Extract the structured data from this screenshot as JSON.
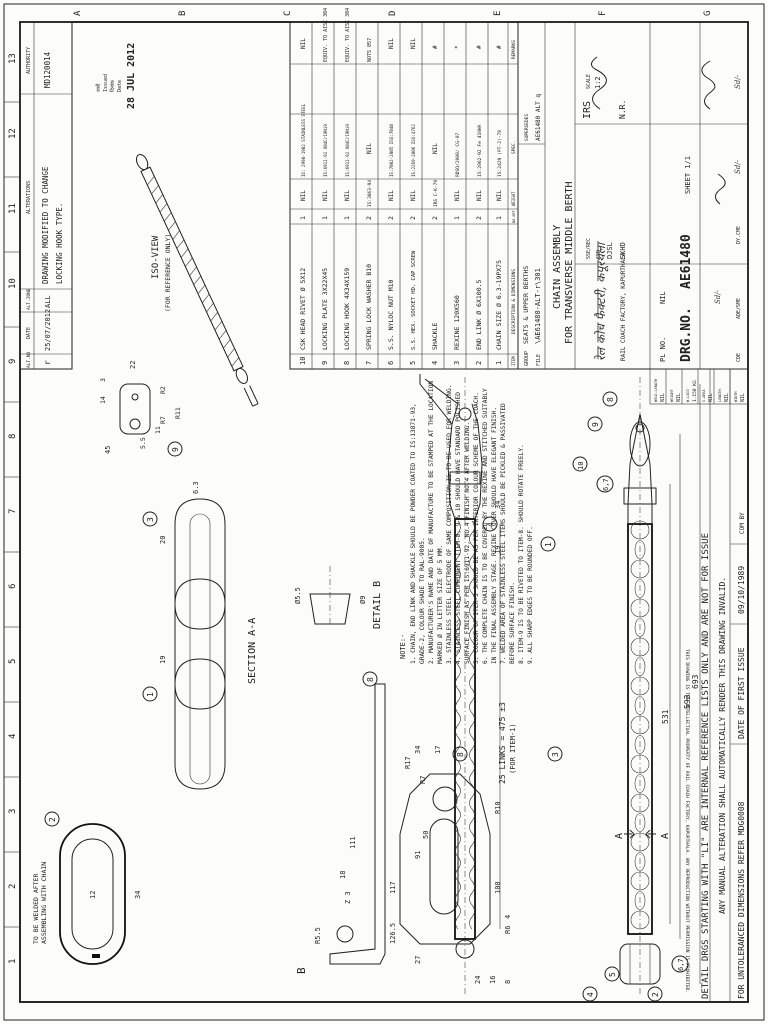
{
  "sheet": {
    "zone_letters": [
      "A",
      "B",
      "C",
      "D",
      "E",
      "F",
      "G"
    ],
    "zone_numbers": [
      "1",
      "2",
      "3",
      "4",
      "5",
      "6",
      "7",
      "8",
      "9",
      "10",
      "11",
      "12",
      "13"
    ]
  },
  "alterations": {
    "headers": [
      "ALT.NO",
      "DATE",
      "ALT.ZONE",
      "ALTERATIONS",
      "AUTHORITY"
    ],
    "row": {
      "no": "r",
      "date": "25/07/2012",
      "zone": "ALL",
      "text1": "DRAWING MODIFIED TO CHANGE",
      "text2": "LOCKING HOOK TYPE.",
      "authority": "MD120014"
    }
  },
  "stamp": {
    "date": "28 JUL 2012",
    "l1": "जारी",
    "l2": "Issued",
    "l3": "दिनांक",
    "l4": "Date"
  },
  "iso_view": {
    "title": "ISO-VIEW",
    "subtitle": "(FOR REFERENCE ONLY)"
  },
  "parts": [
    {
      "item": "10",
      "desc": "CSK HEAD RIVET Ø 5X12",
      "qty": "1",
      "weight": "NIL",
      "spec": "IS: 2998-1982 STAINLESS STEEL",
      "mat": "NIL"
    },
    {
      "item": "9",
      "desc": "LOCKING PLATE 3X22X45",
      "qty": "1",
      "weight": "NIL",
      "spec": "IS:6911-92 X04Cr19Ni9",
      "mat": "EQUIV. TO AISI 304"
    },
    {
      "item": "8",
      "desc": "LOCKING HOOK 4X34X159",
      "qty": "1",
      "weight": "NIL",
      "spec": "IS:6911-92 X04Cr19Ni9",
      "mat": "EQUIV. TO AISI 304"
    },
    {
      "item": "7",
      "desc": "SPRING LOCK WASHER B10",
      "qty": "2",
      "weight": "IS:3063-94",
      "spec": "NIL",
      "mat": "NOTS 057"
    },
    {
      "item": "6",
      "desc": "S.S. NYLOC NUT M10",
      "qty": "2",
      "weight": "NIL",
      "spec": "IS:7002-2005 ISO:7040",
      "mat": "NIL"
    },
    {
      "item": "5",
      "desc": "S.S. HEX. SOCKET HD. CAP SCREW",
      "qty": "2",
      "weight": "NIL",
      "spec": "IS:2269-2006 ISO:4762",
      "mat": "NIL"
    },
    {
      "item": "4",
      "desc": "SHACKLE",
      "qty": "2",
      "weight": "IRS C-K-79",
      "spec": "NIL",
      "mat": "#"
    },
    {
      "item": "3",
      "desc": "REXINE 120X560",
      "qty": "1",
      "weight": "NIL",
      "spec": "RDSO/2008/ CG-07",
      "mat": "*"
    },
    {
      "item": "2",
      "desc": "END LINK Ø 6X100.5",
      "qty": "2",
      "weight": "NIL",
      "spec": "IS:2062-92 Fe 410WA",
      "mat": "#"
    },
    {
      "item": "1",
      "desc": "CHAIN SIZE Ø 6.3-19PX75",
      "qty": "1",
      "weight": "NIL",
      "spec": "IS:2429 (PT-2)-78",
      "mat": "#"
    }
  ],
  "parts_header": {
    "item": "ITEM",
    "desc": "DESCRIPTION & DIMENSIONS",
    "qty": "NO.OFF",
    "weight": "WEIGHT",
    "spec": "SPEC.",
    "remarks": "REMARKS"
  },
  "title_block": {
    "group_label": "GROUP",
    "group": "SEATS & UPPER BERTHS",
    "file_label": "FILE",
    "file": "\\AE61480-ALT-r\\301",
    "supersedes_label": "SUPERSEDES",
    "supersedes": "AE61480 ALT q",
    "title1": "CHAIN ASSEMBLY",
    "title2": "FOR TRANSVERSE MIDDLE BERTH",
    "org_hindi": "रेल कोच फैक्टरी, कपूरथला",
    "org": "RAIL COACH FACTORY, KAPURTHALA",
    "irs": "IRS",
    "scale_label": "SCALE",
    "scale": "1:2",
    "nr": "N.R.",
    "pl_label": "PL NO.",
    "pl": "NIL",
    "drg_label": "DRG.NO.",
    "drg": "AE61480",
    "sheet": "SHEET 1/1",
    "approvers": [
      "SSE/REC",
      "CED",
      "DJSL",
      "SKHD"
    ],
    "weight_rows": [
      {
        "l": "WELD.LENGTH",
        "v": "NIL"
      },
      {
        "l": "WEIGHT",
        "v": "NIL"
      },
      {
        "l": "W.LOCO",
        "v": "1.150 KG"
      },
      {
        "l": "S.AREA",
        "v": "NIL"
      },
      {
        "l": "LENGTH",
        "v": "NIL"
      },
      {
        "l": "WIDTH",
        "v": "NIL"
      }
    ],
    "cde": "CDE",
    "adesme": "ADE/SME",
    "dycme": "DY.CME"
  },
  "notes": {
    "head": "NOTE:-",
    "lines": [
      "1. CHAIN, END LINK AND SHACKLE SHOULD BE POWDER COATED TO IS:13871-93,",
      "   GRADE-2, COLOUR SHADE TO RAL-9005.",
      "2. MANUFACTURER'S NAME AND DATE OF MANUFACTURE TO BE STAMPED AT THE LOCATION",
      "   MARKED Ø IN LETTER SIZE OF 5 MM.",
      "3. STAINLESS STEEL ELECTRODE OF SAME COMPOSITION IS TO BE USED FOR WELDING.",
      "4. STAINLESS STEEL COMPONENT ITEM-8, 9 & 10 SHOULD HAVE STANDARD POLISHED",
      "   SURFACE FINISH AS PER IS:6911-92, NO.4 FINISH NO.4 AFTER WELDING.",
      "5. COLOUR OF ITEM-3 SHOULD BE AS PER INTERIOR COLOUR SCHEME OF THE COACH.",
      "6. THE COMPLETE CHAIN IS TO BE COVERED BY THE REXINE AND STITCHED SUITABLY",
      "   IN THE FINAL ASSEMBLY STAGE. REXINE COVER SHOULD HAVE ELEGANT FINISH.",
      "7. WELDED AREA OF STAINLESS STEEL ITEMS SHOULD BE PICKLED & PASSIVATED",
      "   BEFORE SURFACE FINISH.",
      "8. ITEM-9 IS TO BE RIVETED TO ITEM-8. SHOULD ROTATE FREELY.",
      "9. ALL SHARP EDGES TO BE ROUNDED OFF."
    ]
  },
  "bottom": {
    "line1": "DETAIL DRGS STARTING WITH \"LI\" ARE INTERNAL REFERENCE LISTS ONLY AND ARE NOT FOR ISSUE",
    "line2": "ANY MANUAL ALTERATION SHALL AUTOMATICALLY RENDER THIS DRAWING INVALID.",
    "tol": "FOR UNTOLERANCED DIMENSIONS REFER MDG0008",
    "dfi_label": "DATE OF FIRST ISSUE",
    "dfi": "09/10/1989",
    "com_by": "COM BY",
    "copyright": "THIS DRAWING IS THE INTELLECTUAL PROPERTY OF RAIL COACH FACTORY, KAPURTHALA. ANY REPRODUCTION WITHOUT PERMISSION IS PROHIBITED."
  },
  "labels": {
    "section": "SECTION A-A",
    "detail": "DETAIL B",
    "links": "25 LINKS = 475 ±3",
    "for_item": "(FOR ITEM-1)",
    "weld_note1": "TO BE WELDED AFTER",
    "weld_note2": "ASSEMBLING WITH CHAIN",
    "A": "A",
    "B": "B"
  },
  "dims": {
    "d693": "693",
    "d593": "593",
    "d531": "531",
    "d34": "34",
    "d19": "19",
    "d12": "12",
    "d20": "20",
    "d63": "6.3",
    "d22": "22",
    "d45": "45",
    "d14": "14",
    "d3": "3",
    "d55": "5.5",
    "r2": "R2",
    "r7": "R7",
    "r11": "R11",
    "d11": "11",
    "d111": "111",
    "d18": "18",
    "d1265": "126.5",
    "d117": "117",
    "d100": "100",
    "d91": "91",
    "d50": "50",
    "r10": "R10",
    "r17": "R17",
    "r6": "R6",
    "d55b": "Ø5.5",
    "d9": "Ø9",
    "d24": "24",
    "d16": "16",
    "d8": "8",
    "r55": "R5.5",
    "d27": "27",
    "d17": "17",
    "d4": "4",
    "z3": "Z 3"
  },
  "signatures": {
    "s1": "Sd/-",
    "s2": "Sd/-",
    "s3": "Sd/-"
  }
}
